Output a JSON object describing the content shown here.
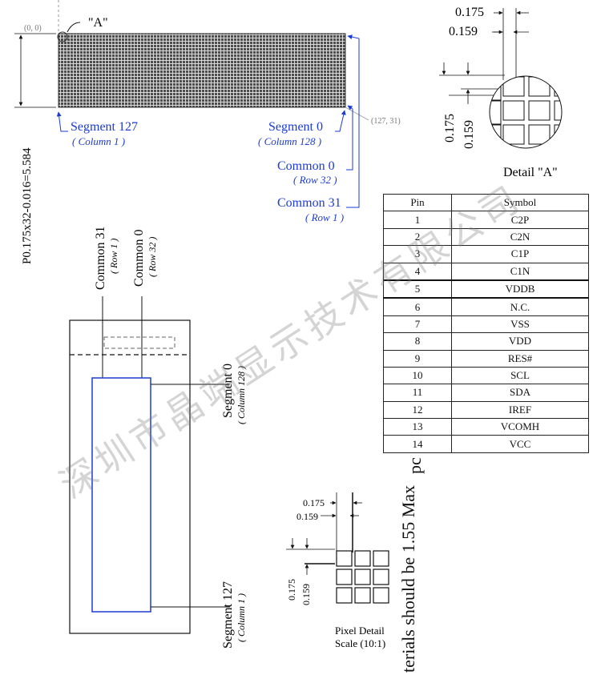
{
  "top_view": {
    "marker_a": "\"A\"",
    "origin": "(0, 0)",
    "end_coord": "(127, 31)",
    "pitch_label": "P0.175x32-0.016=5.584",
    "segment127": "Segment 127",
    "column1": "( Column 1 )",
    "segment0": "Segment 0",
    "column128": "( Column 128 )",
    "common0": "Common 0",
    "row32": "( Row 32 )",
    "common31": "Common 31",
    "row1": "( Row 1 )"
  },
  "detail_a": {
    "dim_outer_top": "0.175",
    "dim_inner_top": "0.159",
    "dim_outer_side": "0.175",
    "dim_inner_side": "0.159",
    "caption": "Detail \"A\""
  },
  "pin_table": {
    "headers": [
      "Pin",
      "Symbol"
    ],
    "rows": [
      [
        "1",
        "C2P"
      ],
      [
        "2",
        "C2N"
      ],
      [
        "3",
        "C1P"
      ],
      [
        "4",
        "C1N"
      ],
      [
        "5",
        "VDDB"
      ],
      [
        "6",
        "N.C."
      ],
      [
        "7",
        "VSS"
      ],
      [
        "8",
        "VDD"
      ],
      [
        "9",
        "RES#"
      ],
      [
        "10",
        "SCL"
      ],
      [
        "11",
        "SDA"
      ],
      [
        "12",
        "IREF"
      ],
      [
        "13",
        "VCOMH"
      ],
      [
        "14",
        "VCC"
      ]
    ]
  },
  "module_view": {
    "common31": "Common 31",
    "row1": "( Row 1 )",
    "common0": "Common 0",
    "row32": "( Row 32 )",
    "segment0": "Segment 0",
    "column128": "( Column 128 )",
    "segment127": "Segment 127",
    "column1": "( Column 1 )"
  },
  "pixel_detail": {
    "dim_outer_top": "0.175",
    "dim_inner_top": "0.159",
    "dim_outer_side": "0.175",
    "dim_inner_side": "0.159",
    "caption_line1": "Pixel Detail",
    "caption_line2": "Scale (10:1)"
  },
  "notes": {
    "materials": "terials should be 1.55 Max",
    "pc_fragment": "pc"
  },
  "watermark": "深圳市晶端显示技术有限公司"
}
